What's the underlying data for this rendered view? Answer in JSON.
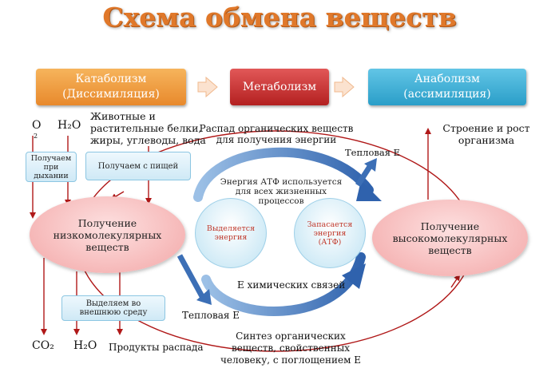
{
  "title": "Схема обмена веществ",
  "boxes": {
    "catabolism": {
      "line1": "Катаболизм",
      "line2": "(Диссимиляция)"
    },
    "metabolism": "Метаболизм",
    "anabolism": {
      "line1": "Анаболизм",
      "line2": "(ассимиляция)"
    }
  },
  "left": {
    "o2": "O",
    "o2_sub": "2",
    "h2o": "H₂O",
    "food_line1": "Животные и",
    "food_line2": "растительные белки,",
    "food_line3": "жиры, углеводы, вода",
    "breath_line1": "Получаем",
    "breath_line2": "при",
    "breath_line3": "дыхании",
    "food_label": "Получаем с пищей",
    "low_line1": "Получение",
    "low_line2": "низкомолекулярных",
    "low_line3": "веществ",
    "excrete_line1": "Выделяем во",
    "excrete_line2": "внешнюю среду",
    "co2": "CO₂",
    "h2o_out": "H₂O",
    "products": "Продукты распада"
  },
  "center": {
    "breakdown_line1": "Распад органических веществ",
    "breakdown_line2": "для получения энергии",
    "heat_top": "Тепловая Е",
    "atp_line1": "Энергия АТФ используется",
    "atp_line2": "для всех жизненных",
    "atp_line3": "процессов",
    "released_line1": "Выделяется",
    "released_line2": "энергия",
    "stored_line1": "Запасается",
    "stored_line2": "энергия",
    "stored_line3": "(АТФ)",
    "chem_energy": "Е химических связей",
    "heat_bottom": "Тепловая Е",
    "synth_line1": "Синтез органических",
    "synth_line2": "веществ, свойственных",
    "synth_line3": "человеку, с поглощением Е"
  },
  "right": {
    "growth_line1": "Строение и рост",
    "growth_line2": "организма",
    "high_line1": "Получение",
    "high_line2": "высокомолекулярных",
    "high_line3": "веществ"
  },
  "colors": {
    "title": "#e0782a",
    "catabolism": "#e8892c",
    "metabolism": "#b32020",
    "anabolism": "#2a9ec8",
    "arrow_red": "#b01818",
    "arrow_blue": "#3c6fb6"
  }
}
